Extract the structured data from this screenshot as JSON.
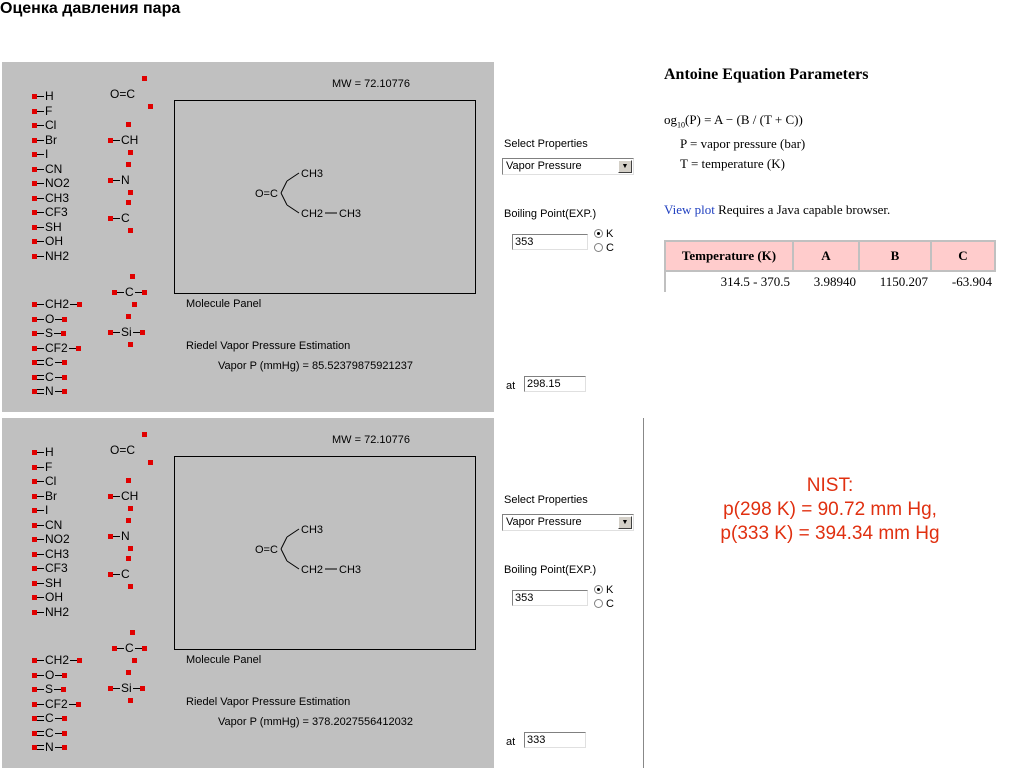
{
  "page": {
    "title": "Оценка давления пара"
  },
  "fragments": {
    "left": [
      "H",
      "F",
      "Cl",
      "Br",
      "I",
      "CN",
      "NO2",
      "CH3",
      "CF3",
      "SH",
      "OH",
      "NH2"
    ],
    "bivalent": [
      "CH2",
      "O",
      "S",
      "CF2"
    ],
    "multi": [
      "C",
      "C",
      "N"
    ],
    "groups": [
      "O=C",
      "CH",
      "N",
      "C",
      "C",
      "Si"
    ]
  },
  "molecule": {
    "c1": "CH3",
    "c2": "CH2",
    "c3": "CH3",
    "o": "O=C"
  },
  "common": {
    "molecule_panel": "Molecule Panel",
    "riedel": "Riedel Vapor Pressure Estimation",
    "select_properties": "Select Properties",
    "property": "Vapor Pressure",
    "boiling_point": "Boiling Point(EXP.)",
    "bp_value": "353",
    "unit_k": "K",
    "unit_c": "C",
    "at": "at"
  },
  "panels": [
    {
      "mw": "MW = 72.10776",
      "vapor": "Vapor P (mmHg) = 85.52379875921237",
      "temp": "298.15"
    },
    {
      "mw": "MW = 72.10776",
      "vapor": "Vapor P (mmHg) = 378.2027556412032",
      "temp": "333"
    }
  ],
  "antoine": {
    "heading": "Antoine Equation Parameters",
    "eq_a": "og",
    "eq_b": "10",
    "eq_c": "(P) = A − (B / (T + C))",
    "p_def": "P = vapor pressure (bar)",
    "t_def": "T = temperature (K)",
    "view_plot": "View plot",
    "java": " Requires a Java capable browser.",
    "table": {
      "headers": [
        "Temperature (K)",
        "A",
        "B",
        "C"
      ],
      "row": [
        "314.5 - 370.5",
        "3.98940",
        "1150.207",
        "-63.904"
      ]
    }
  },
  "nist": {
    "line1": "NIST:",
    "line2": "p(298 K) = 90.72 mm Hg,",
    "line3": "p(333 K) = 394.34 mm Hg"
  },
  "colors": {
    "panel": "#c0c0c0",
    "dot": "#e00000",
    "nist": "#e03010",
    "table_header": "#ffcccc",
    "link": "#2040c0"
  }
}
